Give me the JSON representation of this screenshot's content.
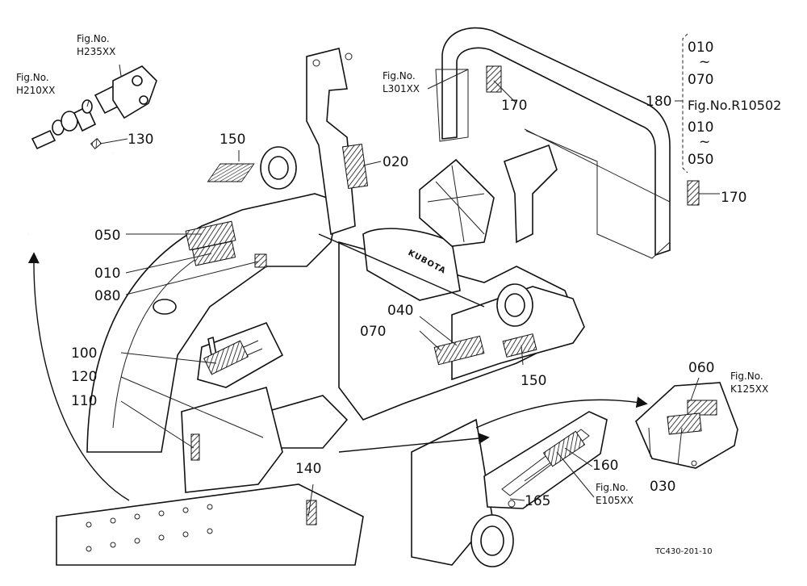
{
  "callouts": [
    {
      "text": "130"
    },
    {
      "text": "150"
    },
    {
      "text": "020"
    },
    {
      "text": "050"
    },
    {
      "text": "010"
    },
    {
      "text": "080"
    },
    {
      "text": "170"
    },
    {
      "text": "170"
    },
    {
      "text": "180"
    },
    {
      "text": "040"
    },
    {
      "text": "070"
    },
    {
      "text": "150"
    },
    {
      "text": "100"
    },
    {
      "text": "120"
    },
    {
      "text": "110"
    },
    {
      "text": "140"
    },
    {
      "text": "160"
    },
    {
      "text": "165"
    },
    {
      "text": "060"
    },
    {
      "text": "030"
    }
  ],
  "fig_refs": [
    {
      "prefix": "Fig.No.",
      "code": "H235XX"
    },
    {
      "prefix": "Fig.No.",
      "code": "H210XX"
    },
    {
      "prefix": "Fig.No.",
      "code": "L301XX"
    },
    {
      "prefix": "Fig.No.",
      "code": "K125XX"
    },
    {
      "prefix": "Fig.No.",
      "code": "E105XX"
    }
  ],
  "range_group": {
    "top_from": "010",
    "top_tilde": "~",
    "top_to": "070",
    "fig_ref": "Fig.No.R10502",
    "bottom_from": "010",
    "bottom_tilde": "~",
    "bottom_to": "050"
  },
  "drawing_code": "TC430-201-10",
  "brand_mark": "KUBOTA"
}
